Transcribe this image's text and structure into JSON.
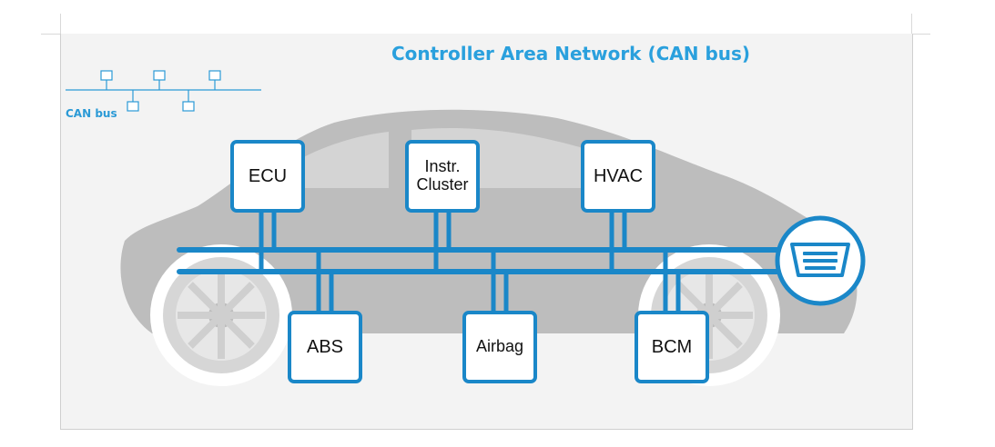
{
  "title": "Controller Area Network (CAN bus)",
  "legend": {
    "label": "CAN bus"
  },
  "nodes_top": [
    {
      "label": "ECU"
    },
    {
      "label": "Instr.\nCluster"
    },
    {
      "label": "HVAC"
    }
  ],
  "nodes_bottom": [
    {
      "label": "ABS"
    },
    {
      "label": "Airbag"
    },
    {
      "label": "BCM"
    }
  ],
  "colors": {
    "accent": "#1a87c8",
    "title": "#2aa0dd",
    "car": "#bdbdbd",
    "canvas": "#f3f3f3"
  },
  "connector": {
    "icon": "obd2-port-icon"
  }
}
